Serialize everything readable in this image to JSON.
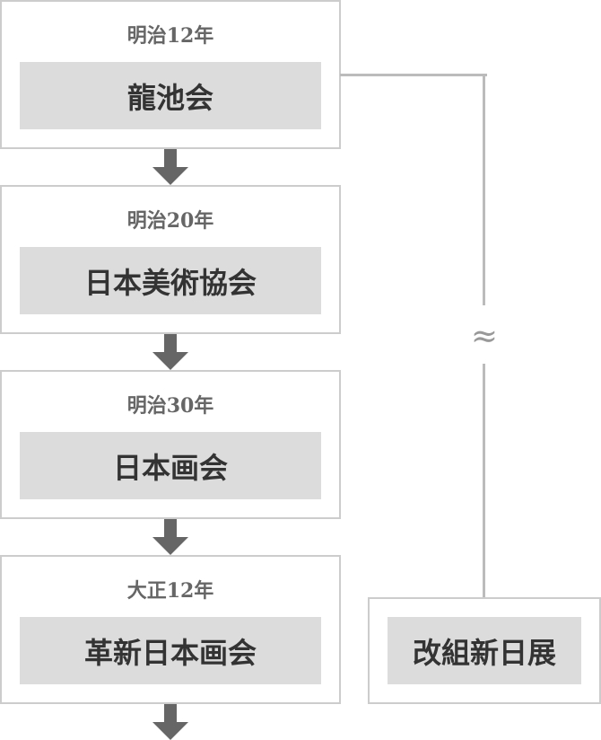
{
  "flow": [
    {
      "year": "明治12年",
      "name": "龍池会"
    },
    {
      "year": "明治20年",
      "name": "日本美術協会"
    },
    {
      "year": "明治30年",
      "name": "日本画会"
    },
    {
      "year": "大正12年",
      "name": "革新日本画会"
    }
  ],
  "branch": {
    "name": "改組新日展",
    "break_symbol": "≈"
  },
  "colors": {
    "border": "#cccccc",
    "fill": "#dcdcdc",
    "arrow": "#666666",
    "connector": "#bbbbbb",
    "text_year": "#666666",
    "text_name": "#333333"
  }
}
